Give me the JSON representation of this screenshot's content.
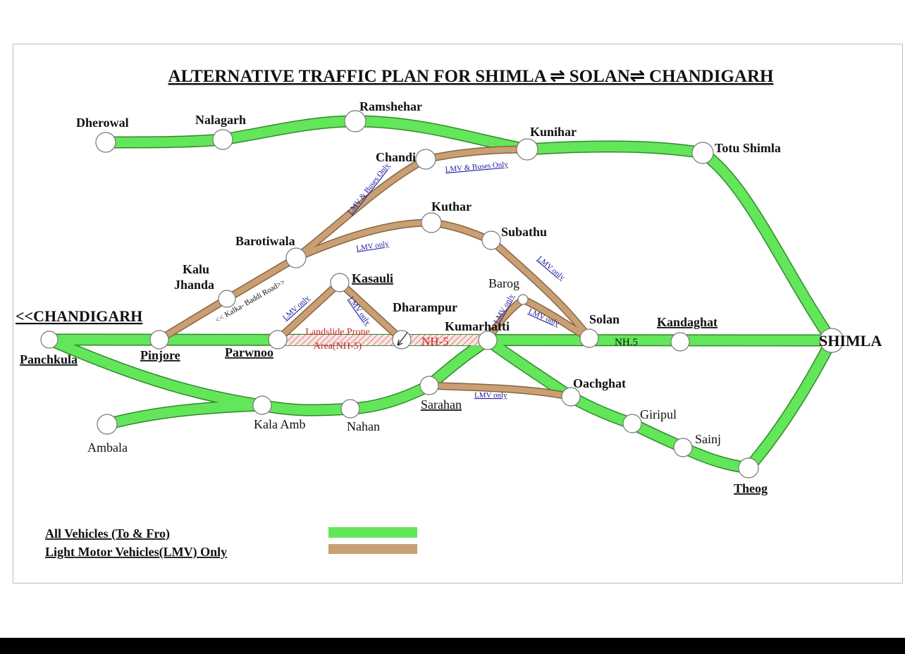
{
  "title": "ALTERNATIVE TRAFFIC PLAN FOR  SHIMLA ⇌ SOLAN⇌ CHANDIGARH",
  "colors": {
    "all_vehicles": "#63e65a",
    "lmv_only": "#c8a074",
    "landslide": "#c62828",
    "note_text": "#1a1aa0"
  },
  "places": {
    "dherowal": "Dherowal",
    "nalagarh": "Nalagarh",
    "ramshehar": "Ramshehar",
    "kunihar": "Kunihar",
    "totu_shimla": "Totu Shimla",
    "chandi": "Chandi",
    "kuthar": "Kuthar",
    "subathu": "Subathu",
    "barotiwala": "Barotiwala",
    "kalu": "Kalu",
    "jhanda": "Jhanda",
    "kasauli": "Kasauli",
    "barog": "Barog",
    "chandigarh": "<<CHANDIGARH",
    "dharampur": "Dharampur",
    "kumarhatti": "Kumarhatti",
    "solan": "Solan",
    "kandaghat": "Kandaghat",
    "shimla": "SHIMLA",
    "panchkula": "Panchkula",
    "pinjore": "Pinjore",
    "parwnoo": "Parwnoo",
    "oachghat": "Oachghat",
    "giripul": "Giripul",
    "sainj": "Sainj",
    "theog": "Theog",
    "kala_amb": "Kala Amb",
    "nahan": "Nahan",
    "sarahan": "Sarahan",
    "ambala": "Ambala"
  },
  "road_notes": {
    "lmv_buses_chandi": "LMV & Buses Only",
    "lmv_buses_kunihar": "LMV  & Buses Only",
    "lmv_barotiwala_kuthar": "LMV only",
    "lmv_subathu_solan": "LMV only",
    "lmv_parwnoo_kasauli": "LMV only",
    "lmv_kasauli_dharampur": "LMV only",
    "lmv_kumarhatti_barog": "LMV only",
    "lmv_barog_solan": "LMV only",
    "lmv_sarahan_oachghat": "LMV only",
    "kalka_baddi_road": "<< Kalka- Baddi Road>>",
    "landslide_line1": "Landslide Prone",
    "landslide_line2": "Area(NH-5)",
    "nh5_red": "NH-5",
    "nh5_main": "NH.5"
  },
  "legend": [
    {
      "label": "All  Vehicles (To & Fro)",
      "color": "#63e65a"
    },
    {
      "label": "Light Motor Vehicles(LMV) Only",
      "color": "#c8a074"
    }
  ]
}
